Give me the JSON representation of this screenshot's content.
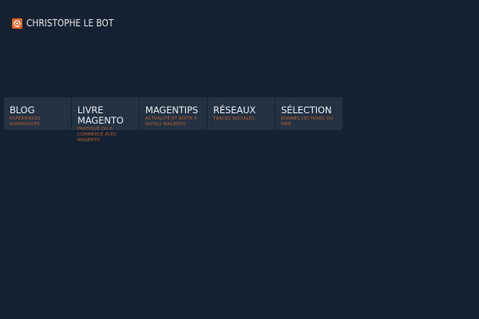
{
  "header": {
    "brand": "CHRISTOPHE LE BOT",
    "logo_icon": "cube-logo-icon",
    "accent_color": "#e0652a"
  },
  "nav": {
    "items": [
      {
        "title": "BLOG",
        "subtitle": "EXPÉRIENCES NUMÉRIQUES"
      },
      {
        "title": "LIVRE MAGENTO",
        "subtitle": "PRATIQUE DU E-COMMERCE AVEC MAGENTO"
      },
      {
        "title": "MAGENTIPS",
        "subtitle": "ACTUALITÉ ET BOÎTE À OUTILS MAGENTO"
      },
      {
        "title": "RÉSEAUX",
        "subtitle": "TRACES SOCIALES"
      },
      {
        "title": "SÉLECTION",
        "subtitle": "BONNES LECTURES DU WEB"
      }
    ]
  }
}
